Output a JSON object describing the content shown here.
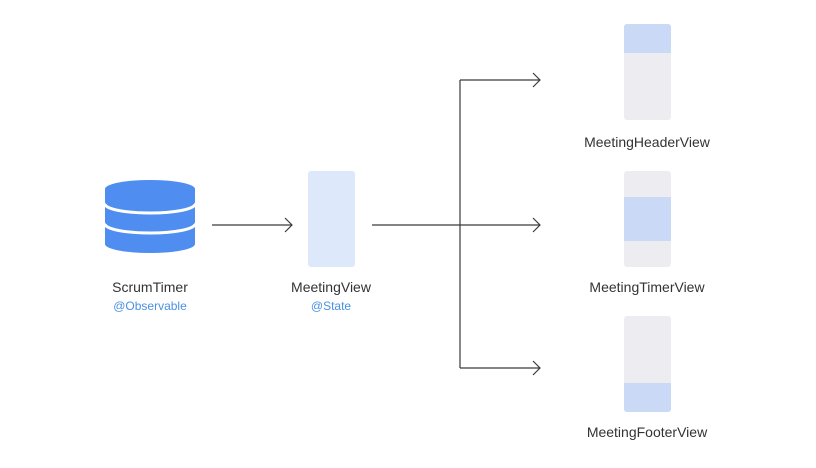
{
  "colors": {
    "database": "#4f8ef0",
    "database_band": "#ffffff",
    "view_light": "#dde8fb",
    "view_panel": "#ededf1",
    "view_highlight": "#c9d9f6",
    "arrow": "#3a3a3a",
    "text": "#333333",
    "accent": "#4a90e2"
  },
  "nodes": {
    "scrum_timer": {
      "name": "ScrumTimer",
      "annotation": "@Observable",
      "icon": "database-icon"
    },
    "meeting_view": {
      "name": "MeetingView",
      "annotation": "@State",
      "icon": "phone-view-icon"
    },
    "meeting_header_view": {
      "name": "MeetingHeaderView",
      "highlight": "top"
    },
    "meeting_timer_view": {
      "name": "MeetingTimerView",
      "highlight": "middle"
    },
    "meeting_footer_view": {
      "name": "MeetingFooterView",
      "highlight": "bottom"
    }
  }
}
